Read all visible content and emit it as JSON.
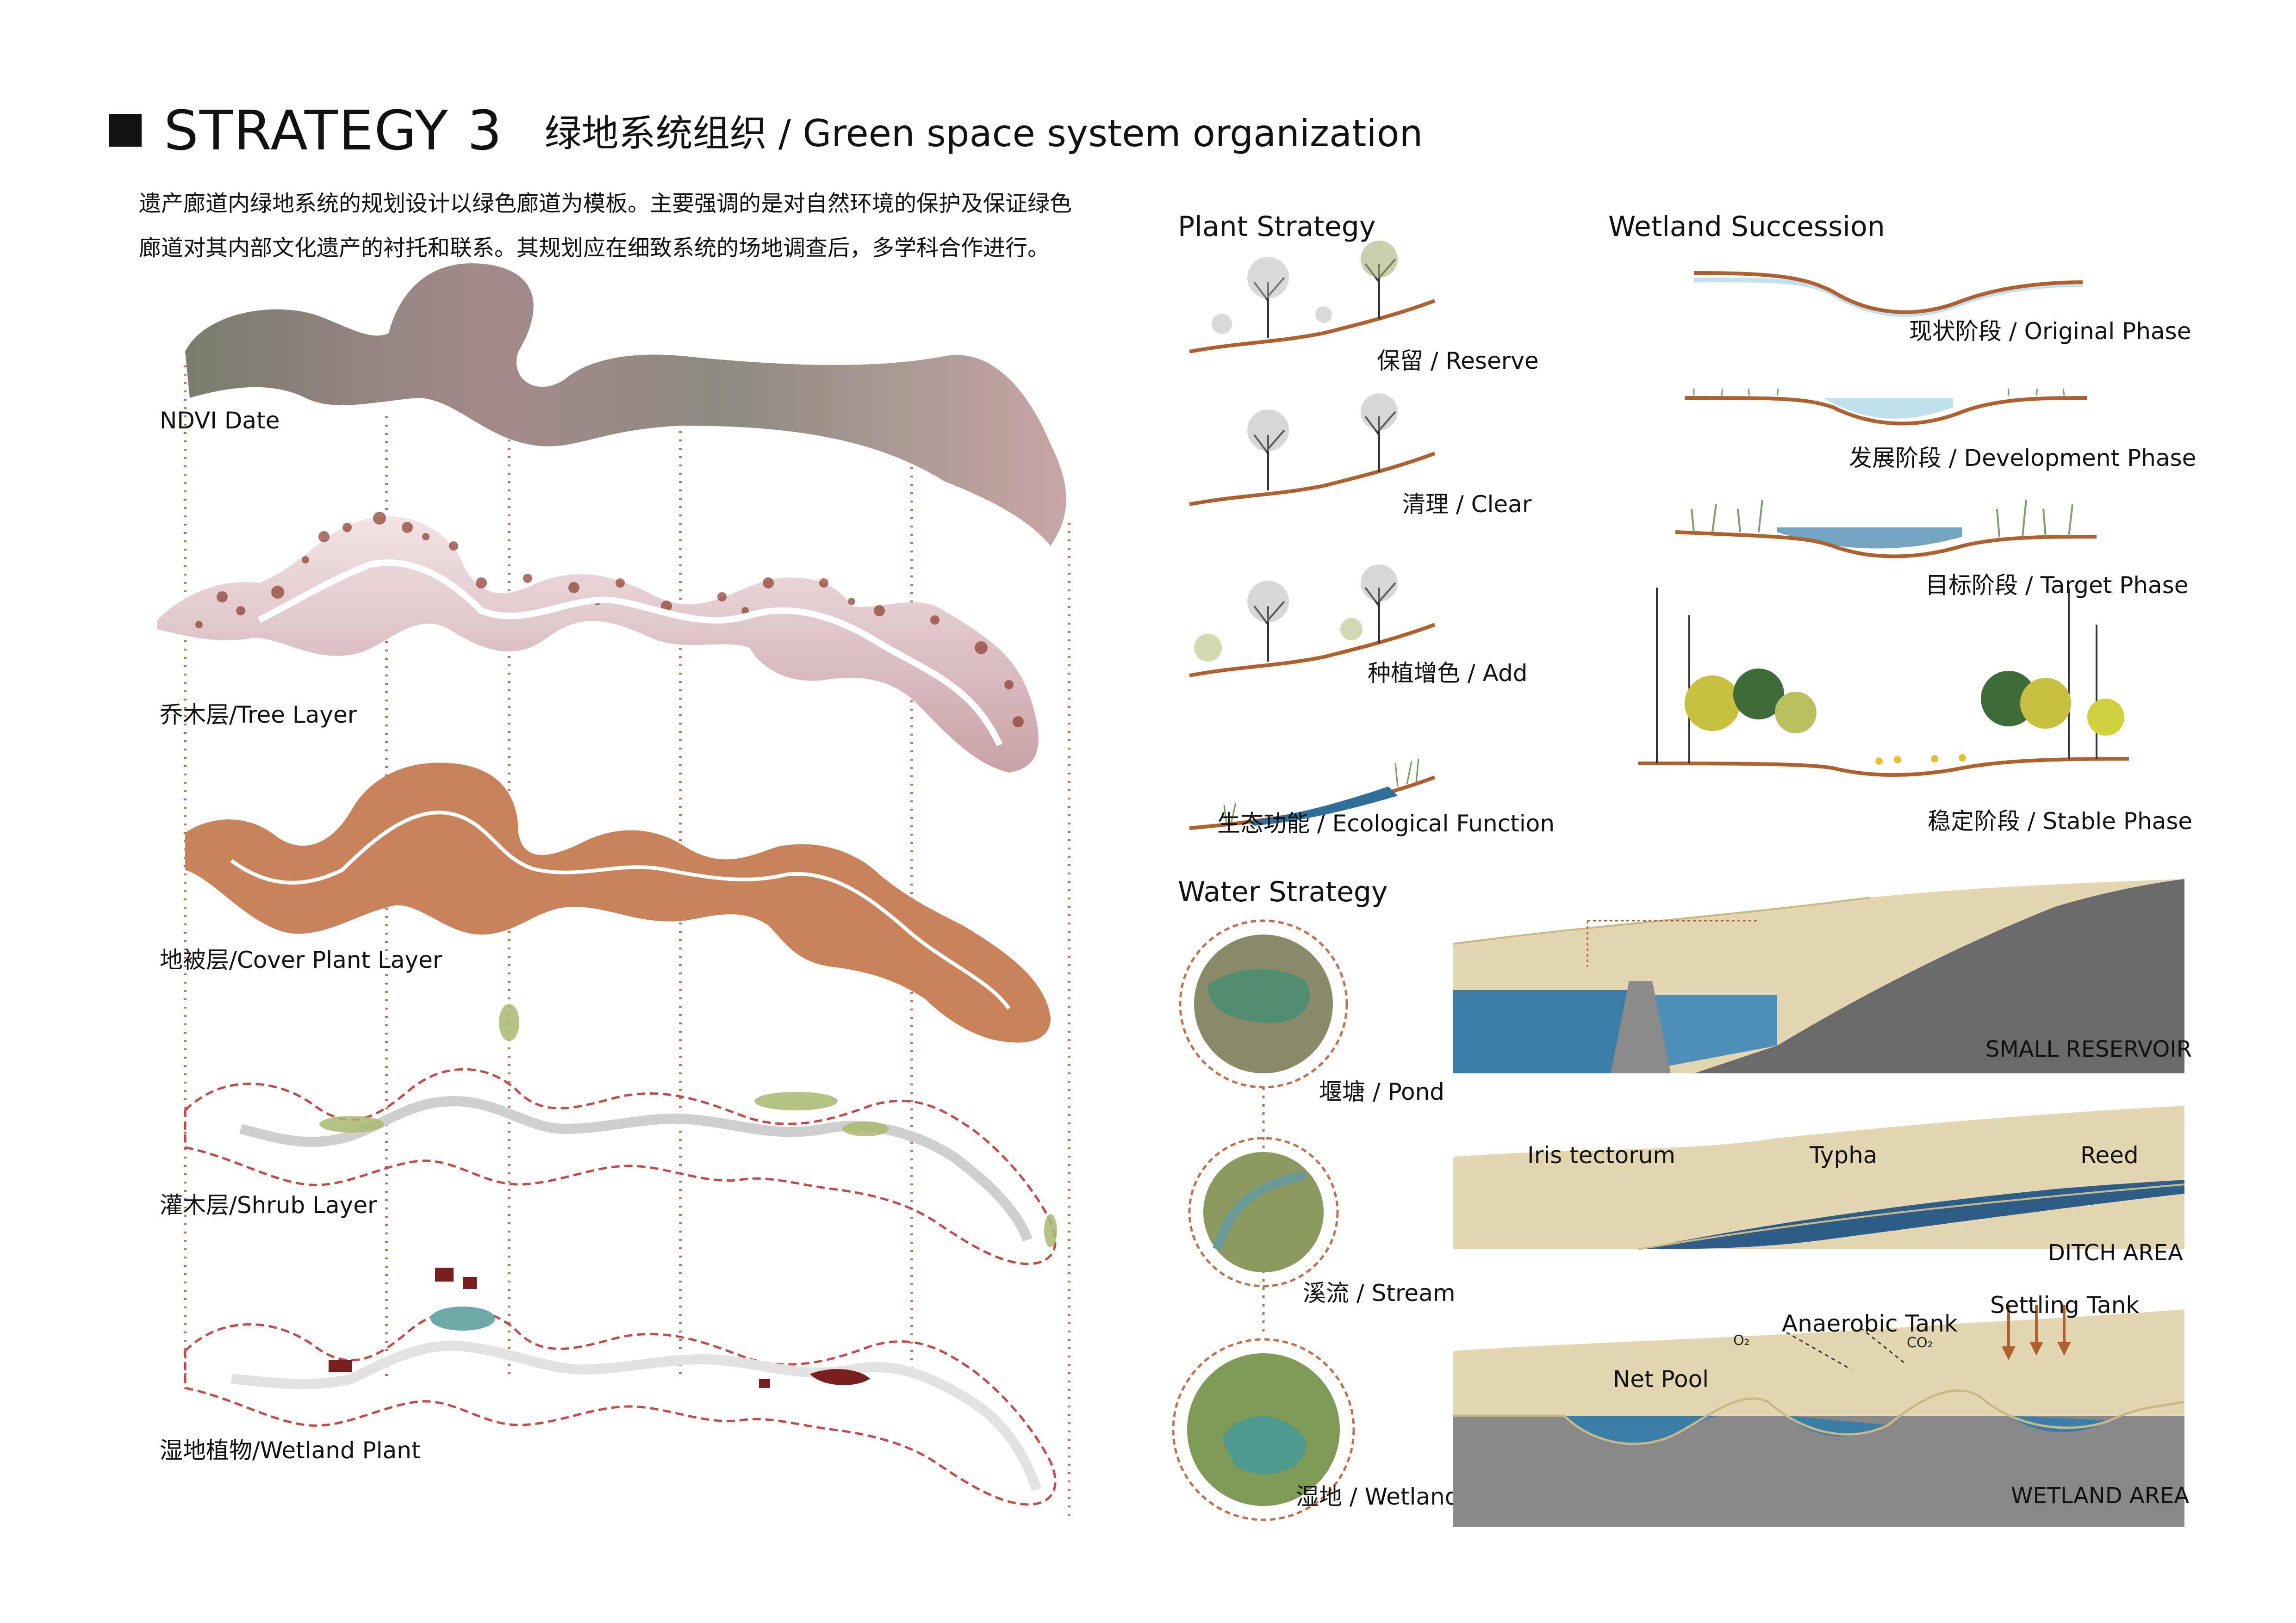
{
  "header": {
    "strategy": "STRATEGY 3",
    "subtitle": "绿地系统组织 / Green space system organization"
  },
  "intro": {
    "line1": "遗产廊道内绿地系统的规划设计以绿色廊道为模板。主要强调的是对自然环境的保护及保证绿色",
    "line2": "廊道对其内部文化遗产的衬托和联系。其规划应在细致系统的场地调查后，多学科合作进行。"
  },
  "layers": [
    {
      "label": "NDVI Date"
    },
    {
      "label": "乔木层/Tree Layer"
    },
    {
      "label": "地被层/Cover Plant Layer"
    },
    {
      "label": "灌木层/Shrub Layer"
    },
    {
      "label": "湿地植物/Wetland Plant"
    }
  ],
  "plant_strategy": {
    "title": "Plant Strategy",
    "items": [
      {
        "label": "保留 / Reserve"
      },
      {
        "label": "清理 / Clear"
      },
      {
        "label": "种植增色 / Add"
      },
      {
        "label": "生态功能 / Ecological Function"
      }
    ]
  },
  "wetland_succession": {
    "title": "Wetland Succession",
    "phases": [
      {
        "label": "现状阶段 / Original Phase"
      },
      {
        "label": "发展阶段 / Development Phase"
      },
      {
        "label": "目标阶段 / Target Phase"
      },
      {
        "label": "稳定阶段 / Stable Phase"
      }
    ]
  },
  "water_strategy": {
    "title": "Water Strategy",
    "circles": [
      {
        "label": "堰塘 / Pond"
      },
      {
        "label": "溪流 / Stream"
      },
      {
        "label": "湿地 / Wetland"
      }
    ],
    "sections": {
      "reservoir": {
        "caption": "SMALL RESERVOIR"
      },
      "ditch": {
        "caption": "DITCH AREA",
        "plants": [
          "Iris tectorum",
          "Typha",
          "Reed"
        ]
      },
      "wetland": {
        "caption": "WETLAND AREA",
        "net_pool": "Net Pool",
        "anaerobic": "Anaerobic Tank",
        "settling": "Settling Tank",
        "o2": "O₂",
        "co2": "CO₂"
      }
    }
  },
  "colors": {
    "earth": "#b0602e",
    "cover": "#c9825a",
    "water": "#3a7ea8",
    "sand": "#e3d6b0",
    "dotted": "#c0704a"
  }
}
